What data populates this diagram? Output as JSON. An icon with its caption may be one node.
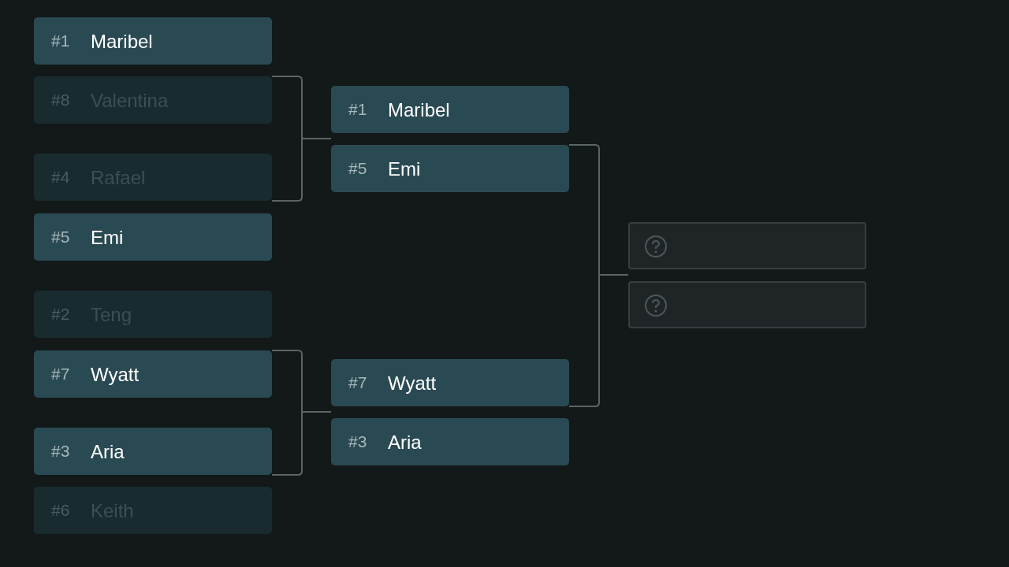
{
  "diagram": {
    "nodes": [
      {
        "text": [
          "#1",
          "Maribel"
        ]
      },
      {
        "text": [
          "#8",
          "Valentina"
        ]
      },
      {
        "text": [
          "#4",
          "Rafael"
        ]
      },
      {
        "text": [
          "#5",
          "Emi"
        ]
      },
      {
        "text": [
          "#2",
          "Teng"
        ]
      },
      {
        "text": [
          "#7",
          "Wyatt"
        ]
      },
      {
        "text": [
          "#3",
          "Aria"
        ]
      },
      {
        "text": [
          "#6",
          "Keith"
        ]
      },
      {
        "text": [
          "#1",
          "Maribel"
        ]
      },
      {
        "text": [
          "#5",
          "Emi"
        ]
      },
      {
        "text": [
          "#7",
          "Wyatt"
        ]
      },
      {
        "text": [
          "#3",
          "Aria"
        ]
      },
      {
        "text": [],
        "shape": "box"
      },
      {
        "text": [],
        "shape": "box"
      }
    ],
    "edges": [
      {
        "from": 1,
        "to": 8,
        "arrow": "none"
      },
      {
        "from": 2,
        "to": 8,
        "arrow": "none"
      },
      {
        "from": 5,
        "to": 10,
        "arrow": "none"
      },
      {
        "from": 6,
        "to": 10,
        "arrow": "none"
      },
      {
        "from": 9,
        "to": 12,
        "arrow": "none"
      },
      {
        "from": 10,
        "to": 12,
        "arrow": "none"
      }
    ]
  }
}
